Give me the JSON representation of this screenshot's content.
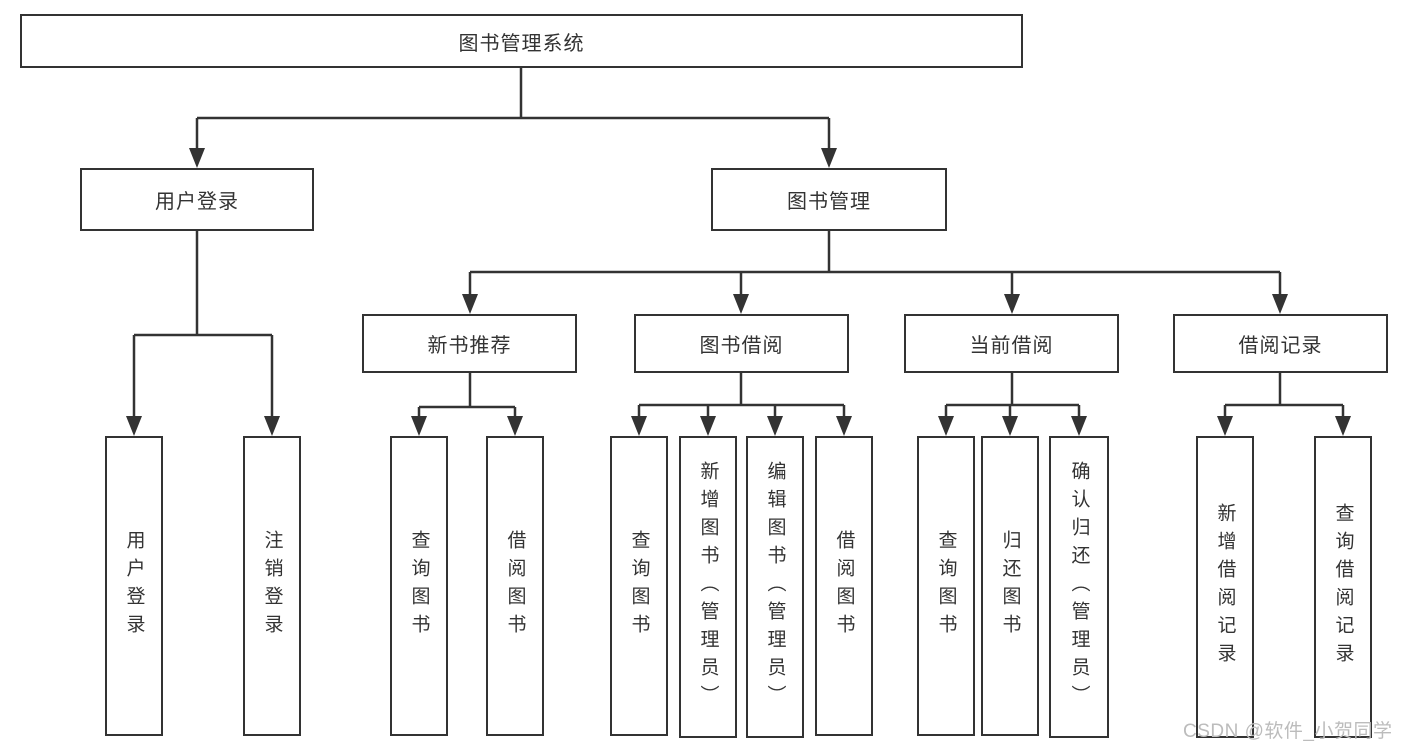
{
  "diagram": {
    "type": "hierarchy-tree",
    "colors": {
      "line": "#333333",
      "text": "#333333",
      "box_background": "#ffffff",
      "watermark": "#bcbcbc"
    },
    "nodes": {
      "root": {
        "label": "图书管理系统"
      },
      "login": {
        "label": "用户登录"
      },
      "manage": {
        "label": "图书管理"
      },
      "newbook": {
        "label": "新书推荐"
      },
      "borrow": {
        "label": "图书借阅"
      },
      "current": {
        "label": "当前借阅"
      },
      "records": {
        "label": "借阅记录"
      },
      "login_user": {
        "label": "用户登录"
      },
      "login_logout": {
        "label": "注销登录"
      },
      "newbook_query": {
        "label": "查询图书"
      },
      "newbook_borrow": {
        "label": "借阅图书"
      },
      "borrow_query": {
        "label": "查询图书"
      },
      "borrow_add": {
        "label": "新增图书（管理员）"
      },
      "borrow_edit": {
        "label": "编辑图书（管理员）"
      },
      "borrow_borrow": {
        "label": "借阅图书"
      },
      "current_query": {
        "label": "查询图书"
      },
      "current_return": {
        "label": "归还图书"
      },
      "current_confirm": {
        "label": "确认归还（管理员）"
      },
      "records_add": {
        "label": "新增借阅记录"
      },
      "records_query": {
        "label": "查询借阅记录"
      }
    },
    "structure": {
      "root": {
        "children": [
          "login",
          "manage"
        ]
      },
      "login": {
        "children": [
          "login_user",
          "login_logout"
        ]
      },
      "manage": {
        "children": [
          "newbook",
          "borrow",
          "current",
          "records"
        ]
      },
      "newbook": {
        "children": [
          "newbook_query",
          "newbook_borrow"
        ]
      },
      "borrow": {
        "children": [
          "borrow_query",
          "borrow_add",
          "borrow_edit",
          "borrow_borrow"
        ]
      },
      "current": {
        "children": [
          "current_query",
          "current_return",
          "current_confirm"
        ]
      },
      "records": {
        "children": [
          "records_add",
          "records_query"
        ]
      }
    },
    "watermark": {
      "text": "CSDN @软件_小贺同学"
    }
  }
}
